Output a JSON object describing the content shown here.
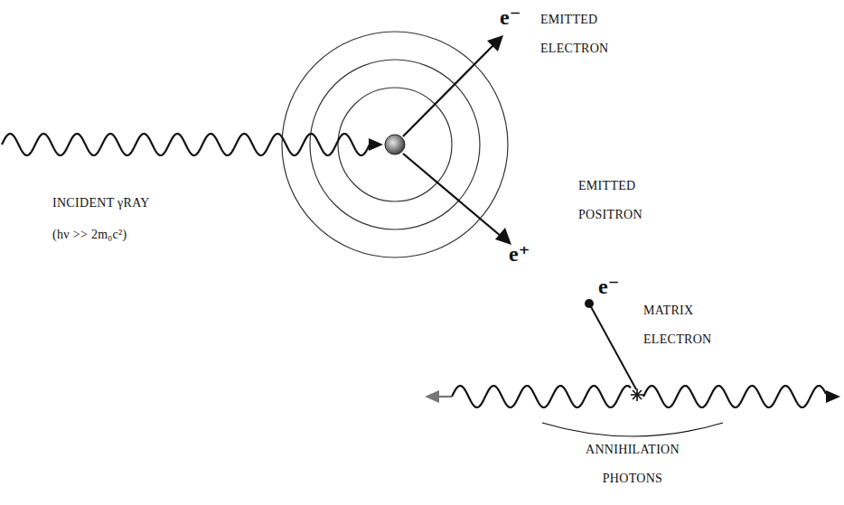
{
  "diagram": {
    "labels": [
      "e⁻",
      "EMITTED ELECTRON",
      "INCIDENT γRAY",
      "(hν >> 2m₀c²)",
      "EMITTED POSITRON",
      "e⁺",
      "e⁻",
      "MATRIX ELECTRON",
      "ANNIHILATION PHOTONS"
    ]
  }
}
